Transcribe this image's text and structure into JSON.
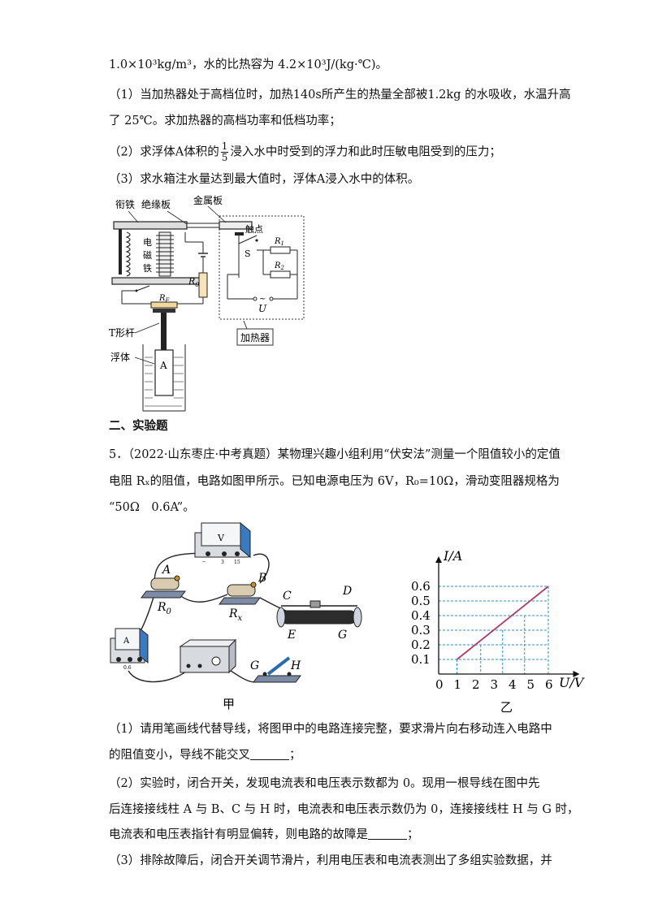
{
  "given_line": "1.0×10³kg/m³，水的比热容为 4.2×10³J/(kg·℃)。",
  "q4": {
    "p1_line1": "（1）当加热器处于高档位时，加热140s所产生的热量全部被1.2kg 的水吸收，水温升高",
    "p1_line2": "了 25℃。求加热器的高档功率和低档功率；",
    "p2_before": "（2）求浮体A体积的",
    "p2_frac_num": "1",
    "p2_frac_den": "5",
    "p2_after": "浸入水中时受到的浮力和此时压敏电阻受到的压力；",
    "p3": "（3）求水箱注水量达到最大值时，浮体A浸入水中的体积。"
  },
  "diagram1": {
    "label_armature": "衔铁",
    "label_insulator": "绝缘板",
    "label_metal": "金属板",
    "label_contact": "触点",
    "label_S": "S",
    "label_R1": "R₁",
    "label_R2": "R₂",
    "label_U": "U",
    "label_electro_1": "电",
    "label_electro_2": "磁",
    "label_electro_3": "铁",
    "label_R0": "R₀",
    "label_RF": "R_F",
    "label_T_rod": "T形杆",
    "label_float": "浮体",
    "label_A": "A",
    "label_heater": "加热器"
  },
  "section2_title": "二、实验题",
  "q5": {
    "line1": "5．（2022·山东枣庄·中考真题）某物理兴趣小组利用“伏安法”测量一个阻值较小的定值",
    "line2": "电阻 Rₓ的阻值，电路如图甲所示。已知电源电压为 6V，R₀=10Ω，滑动变阻器规格为",
    "line3": "“50Ω　0.6A”。",
    "p1_line1": "（1）请用笔画线代替导线，将图甲中的电路连接完整，要求滑片向右移动连入电路中",
    "p1_line2": "的阻值变小，导线不能交叉",
    "p1_end": "；",
    "p2_line1": "（2）实验时，闭合开关，发现电流表和电压表示数都为 0。现用一根导线在图中先",
    "p2_line2": "后连接接线柱 A 与 B、C 与 H 时，电流表和电压表示数仍为 0，连接接线柱 H 与 G 时，",
    "p2_line3": "电流表和电压表指针有明显偏转，则电路的故障是",
    "p2_end": "；",
    "p3_line1": "（3）排除故障后，闭合开关调节滑片，利用电压表和电流表测出了多组实验数据，并"
  },
  "figure_jia": {
    "caption": "甲",
    "label_A": "A",
    "label_B": "B",
    "label_C": "C",
    "label_D": "D",
    "label_E": "E",
    "label_G_rheo": "G",
    "label_G_switch": "G",
    "label_H": "H",
    "label_R0": "R₀",
    "label_Rx": "Rₓ",
    "voltmeter": "V",
    "ammeter": "A",
    "ammeter_terminal": "0.6",
    "voltmeter_terminals": [
      "－",
      "3",
      "15"
    ]
  },
  "chart_data": {
    "type": "line",
    "caption": "乙",
    "xlabel": "U/V",
    "ylabel": "I/A",
    "x_ticks": [
      "0",
      "1",
      "2",
      "3",
      "4",
      "5",
      "6"
    ],
    "y_ticks": [
      "0.1",
      "0.2",
      "0.3",
      "0.4",
      "0.5",
      "0.6"
    ],
    "xlim": [
      0,
      7
    ],
    "ylim": [
      0,
      0.75
    ],
    "series": [
      {
        "x": [
          1,
          6
        ],
        "y": [
          0.1,
          0.6
        ],
        "color": "#b03a6a"
      }
    ],
    "guides": [
      {
        "x": 1,
        "y": 0.1
      },
      {
        "x": 2.3,
        "y": 0.2
      },
      {
        "x": 3.5,
        "y": 0.3
      },
      {
        "x": 4.7,
        "y": 0.4
      },
      {
        "x": 6,
        "y": 0.6
      }
    ],
    "guide_levels": [
      0.1,
      0.2,
      0.3,
      0.4,
      0.5,
      0.6
    ],
    "guide_color": "#2b8fd6"
  }
}
